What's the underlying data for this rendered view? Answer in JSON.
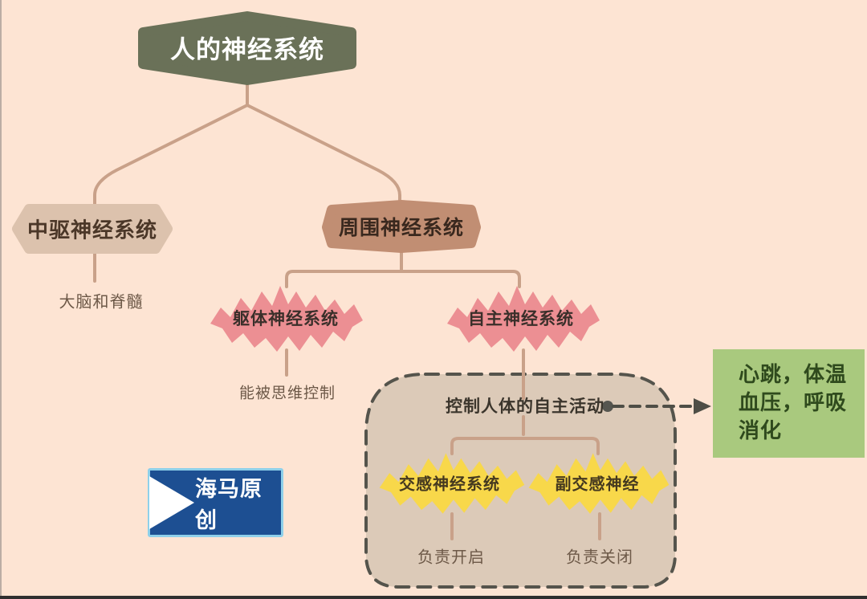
{
  "diagram": {
    "title": "人的神经系统",
    "root": {
      "label": "人的神经系统"
    },
    "central": {
      "label": "中驱神经系统",
      "note": "大脑和脊髓"
    },
    "peripheral": {
      "label": "周围神经系统"
    },
    "somatic": {
      "label": "躯体神经系统",
      "note": "能被思维控制"
    },
    "autonomic": {
      "label": "自主神经系统"
    },
    "autonomic_group": {
      "caption": "控制人体的自主活动",
      "sympathetic": {
        "label": "交感神经系统",
        "note": "负责开启"
      },
      "parasympathetic": {
        "label": "副交感神经",
        "note": "负责关闭"
      }
    },
    "functions_box": {
      "line1": "心跳，体温",
      "line2": "血压，呼吸",
      "line3": "消化"
    },
    "watermark": {
      "label": "海马原创"
    }
  },
  "colors": {
    "background": "#fde4d3",
    "root_node": "#6a7158",
    "central_node": "#dcc2ad",
    "peripheral_node": "#c18e73",
    "pink_node": "#ec8f93",
    "yellow_node": "#f8d84a",
    "group_fill": "#dccab8",
    "group_dash": "#55544c",
    "functions_green": "#a9c97e",
    "badge_blue": "#1d4f92",
    "badge_border": "#8ed0ea",
    "connector": "#c9a189"
  }
}
